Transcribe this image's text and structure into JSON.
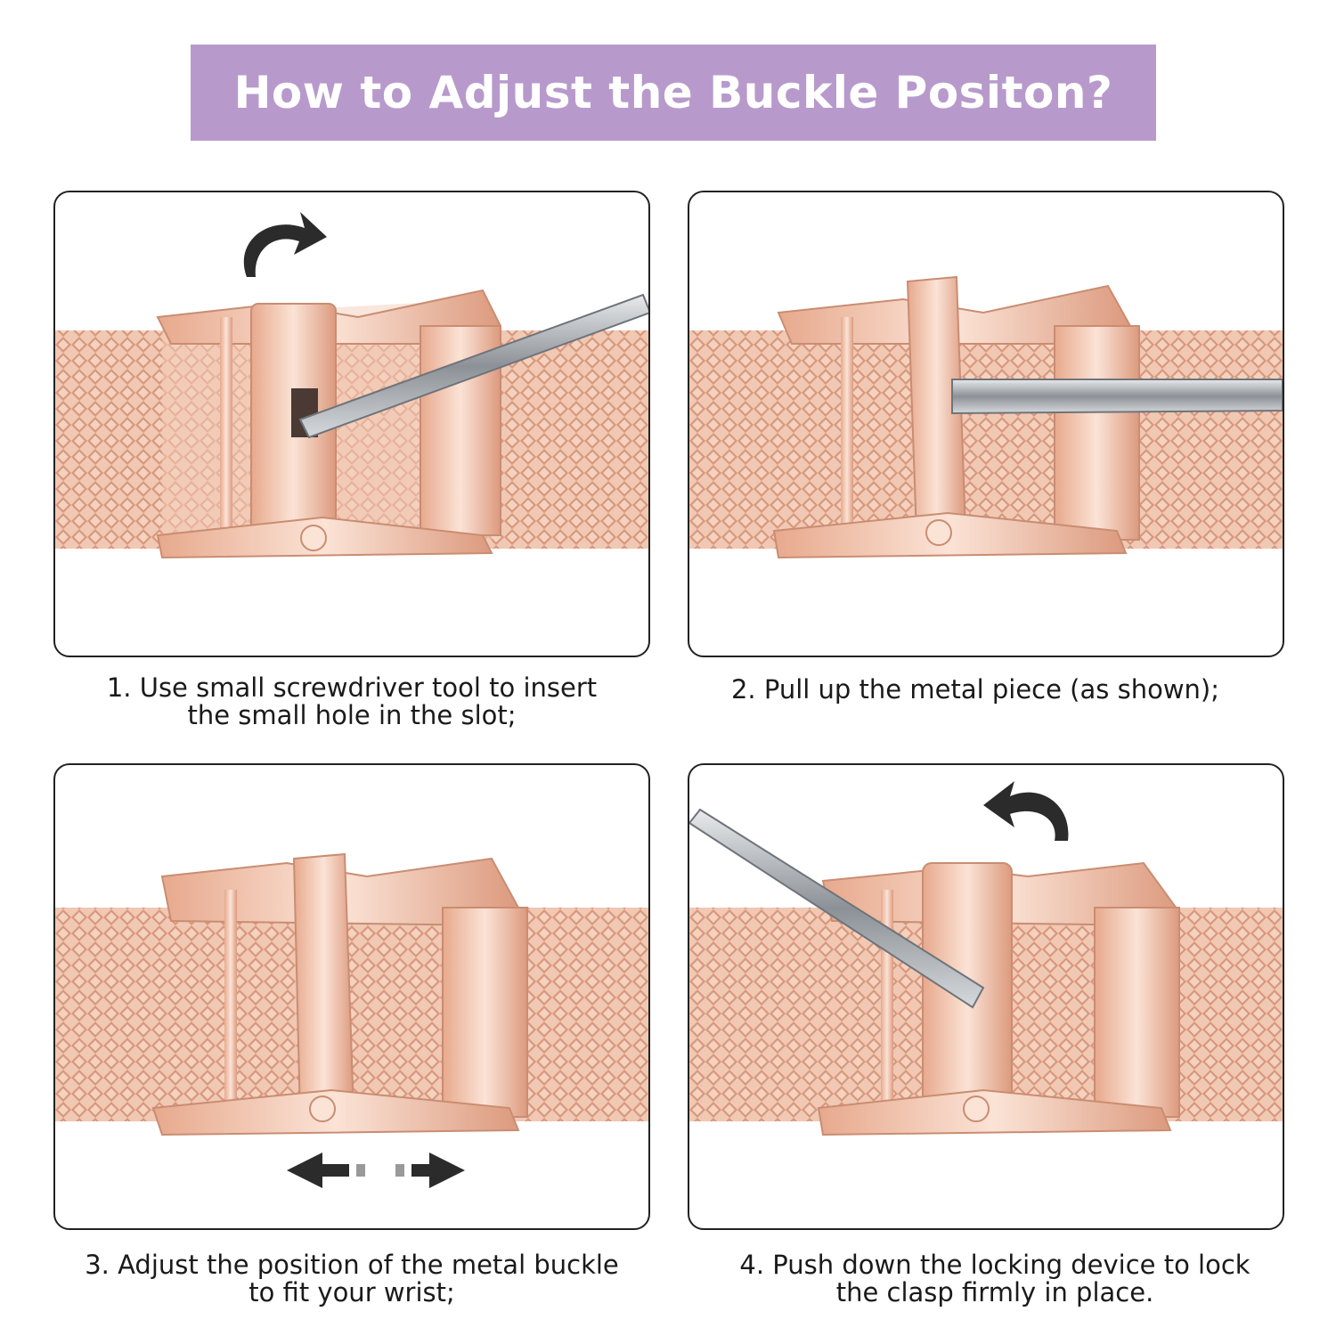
{
  "banner": {
    "title": "How to Adjust the Buckle Positon?",
    "color": "#b79acb"
  },
  "steps": [
    {
      "caption_line1": "1. Use small screwdriver tool to insert",
      "caption_line2": "the small hole in the slot;",
      "arrow": "curved-arrow-up-icon",
      "tool": "screwdriver"
    },
    {
      "caption_line1": "2. Pull up the metal piece (as shown);",
      "caption_line2": "",
      "tool": "screwdriver"
    },
    {
      "caption_line1": "3. Adjust the position of the metal buckle",
      "caption_line2": "to fit your wrist;",
      "arrow": "left-right-arrows-icon"
    },
    {
      "caption_line1": "4. Push down the locking device to lock",
      "caption_line2": "the clasp firmly in place.",
      "arrow": "curved-arrow-down-icon",
      "tool": "screwdriver"
    }
  ],
  "colors": {
    "rose_gold": "#e9b59a",
    "rose_gold_dark": "#c98d72",
    "mesh": "#e2ab92",
    "steel": "#a9adb3",
    "arrow": "#2b2b2b"
  }
}
